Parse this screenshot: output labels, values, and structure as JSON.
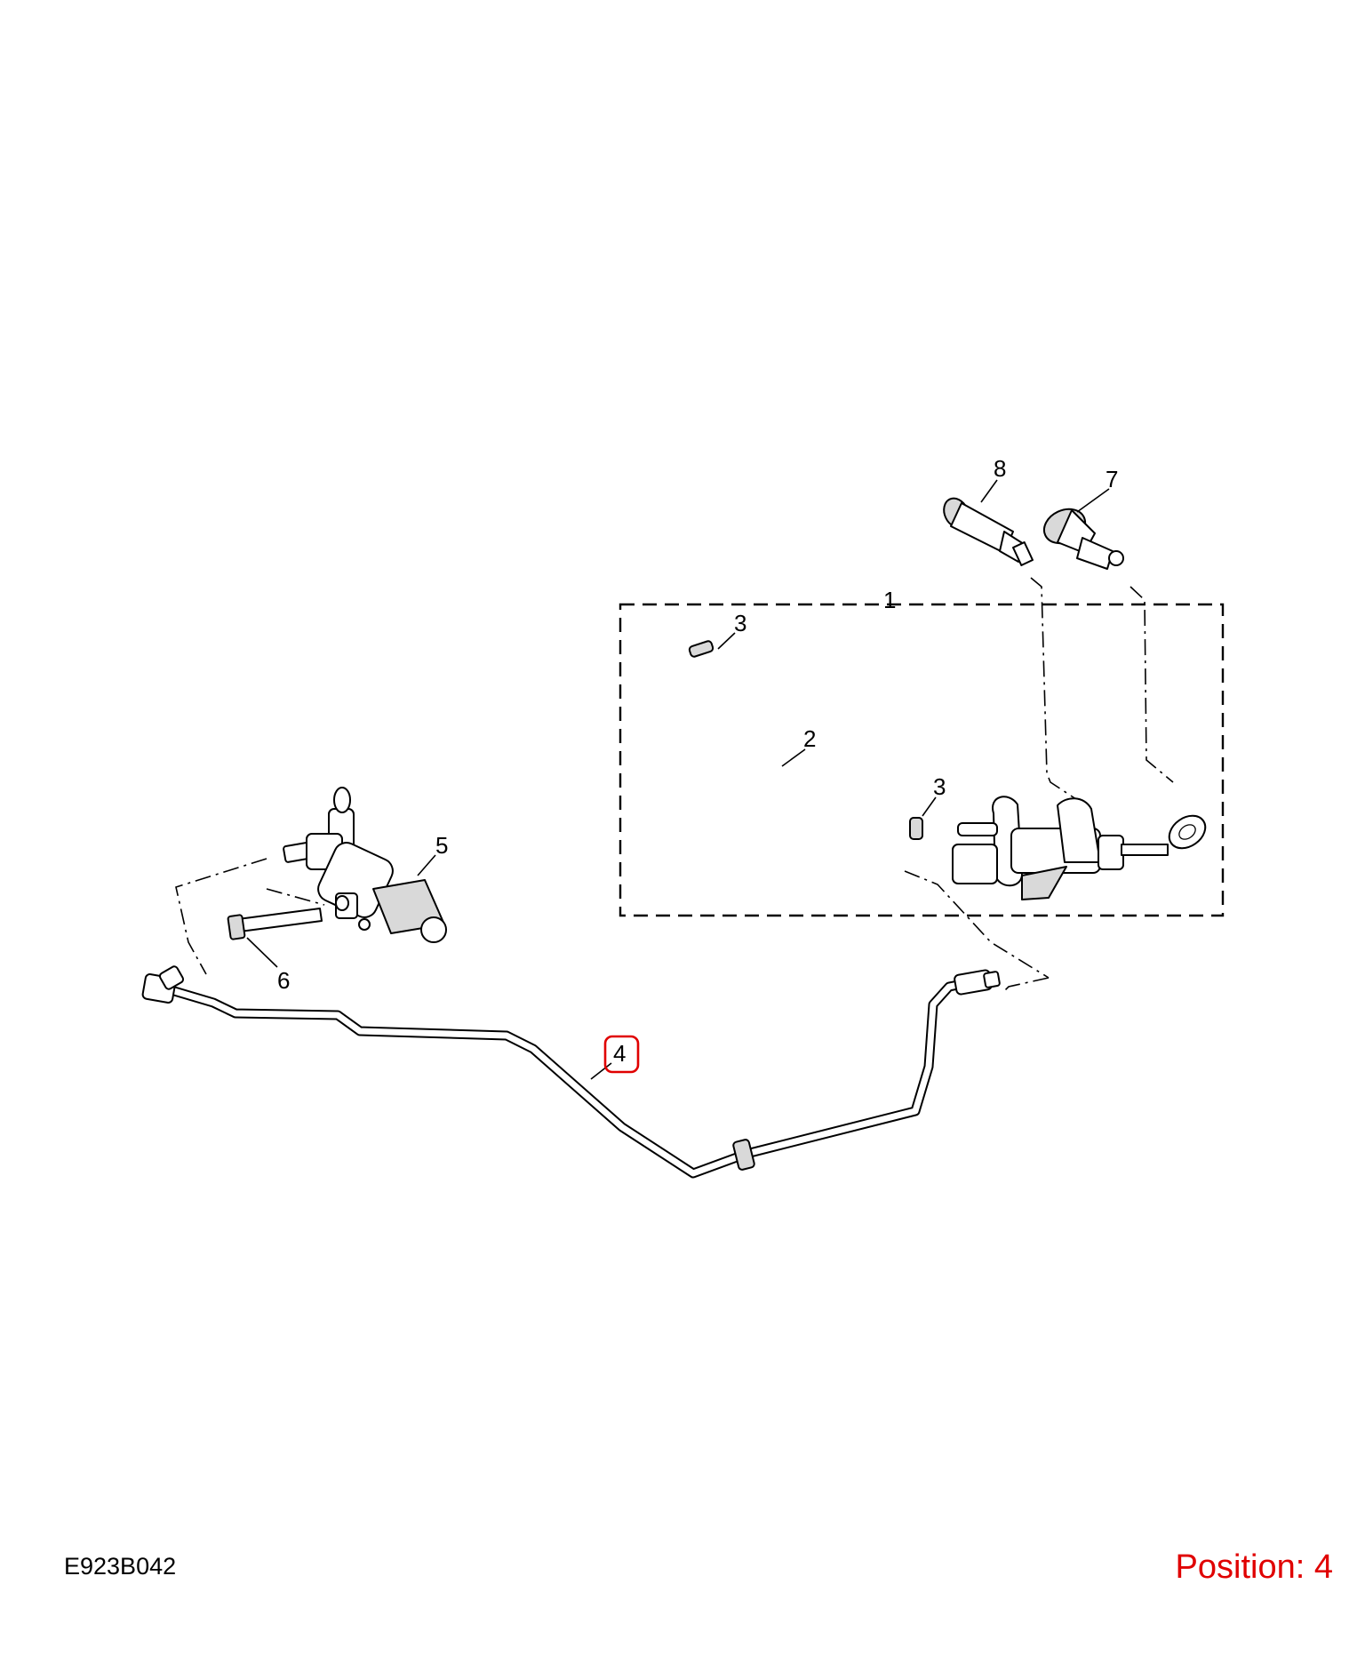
{
  "diagram": {
    "code": "E923B042",
    "position_label": "Position: 4",
    "highlight_color": "#e00000",
    "callouts": [
      {
        "id": "1",
        "label": "1"
      },
      {
        "id": "2",
        "label": "2"
      },
      {
        "id": "3a",
        "label": "3"
      },
      {
        "id": "3b",
        "label": "3"
      },
      {
        "id": "4",
        "label": "4",
        "highlighted": true
      },
      {
        "id": "5",
        "label": "5"
      },
      {
        "id": "6",
        "label": "6"
      },
      {
        "id": "7",
        "label": "7"
      },
      {
        "id": "8",
        "label": "8"
      }
    ]
  }
}
